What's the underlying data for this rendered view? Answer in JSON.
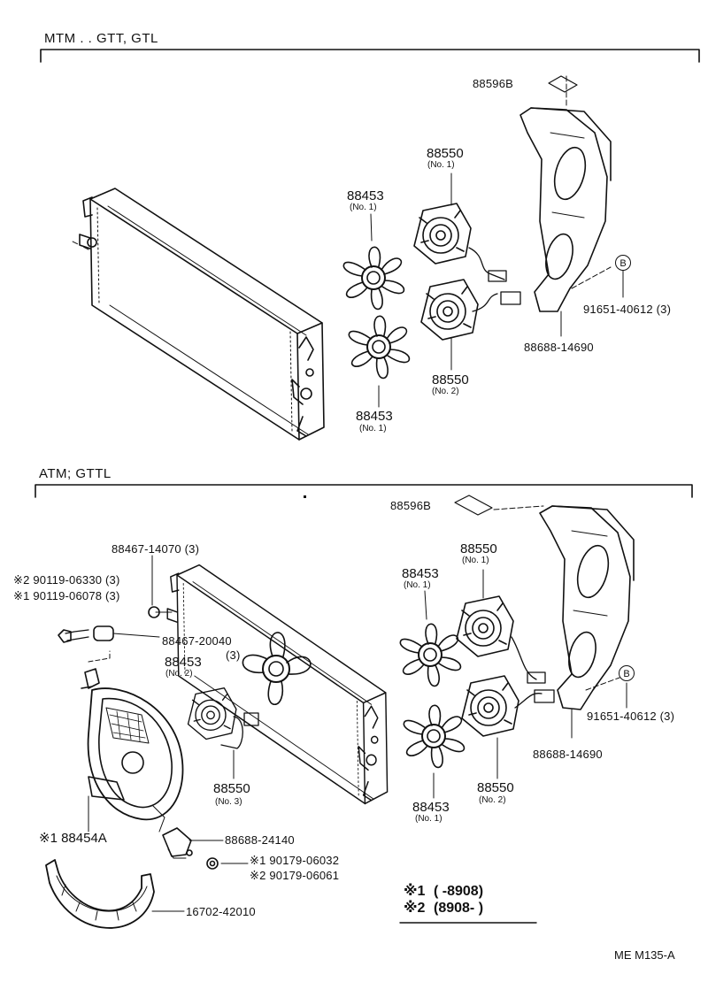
{
  "sections": {
    "top_header": "MTM . . GTT, GTL",
    "bottom_header": "ATM;  GTTL"
  },
  "top_labels": {
    "tape": "88596B",
    "motor1_pn": "88550",
    "motor1_no": "(No. 1)",
    "fan1_pn": "88453",
    "fan1_no": "(No. 1)",
    "callout": "B",
    "bolt": "91651-40612 (3)",
    "shroud": "88688-14690",
    "motor2_pn": "88550",
    "motor2_no": "(No. 2)",
    "fan2_pn": "88453",
    "fan2_no": "(No. 1)"
  },
  "bottom_labels": {
    "tape": "88596B",
    "grommet1": "88467-14070 (3)",
    "screw2": "※2 90119-06330 (3)",
    "screw1": "※1 90119-06078 (3)",
    "grommet2": "88467-20040",
    "grommet2_qty": "(3)",
    "fan3_pn": "88453",
    "fan3_no": "(No. 2)",
    "motor3_pn": "88550",
    "motor3_no": "(No. 3)",
    "fan4_pn": "88453",
    "fan4_no": "(No. 1)",
    "motor4_pn": "88550",
    "motor4_no": "(No. 1)",
    "callout": "B",
    "bolt": "91651-40612 (3)",
    "shroud": "88688-14690",
    "motor5_pn": "88550",
    "motor5_no": "(No. 2)",
    "fan5_pn": "88453",
    "fan5_no": "(No. 1)",
    "shroud2": "※1 88454A",
    "bracket": "88688-24140",
    "nut1": "※1 90179-06032",
    "nut2": "※2 90179-06061",
    "band": "16702-42010"
  },
  "notes": {
    "note1_mark": "※1",
    "note1_range": "(      -8908)",
    "note2_mark": "※2",
    "note2_range": "(8908-      )"
  },
  "drawing_code": "ME  M135-A"
}
